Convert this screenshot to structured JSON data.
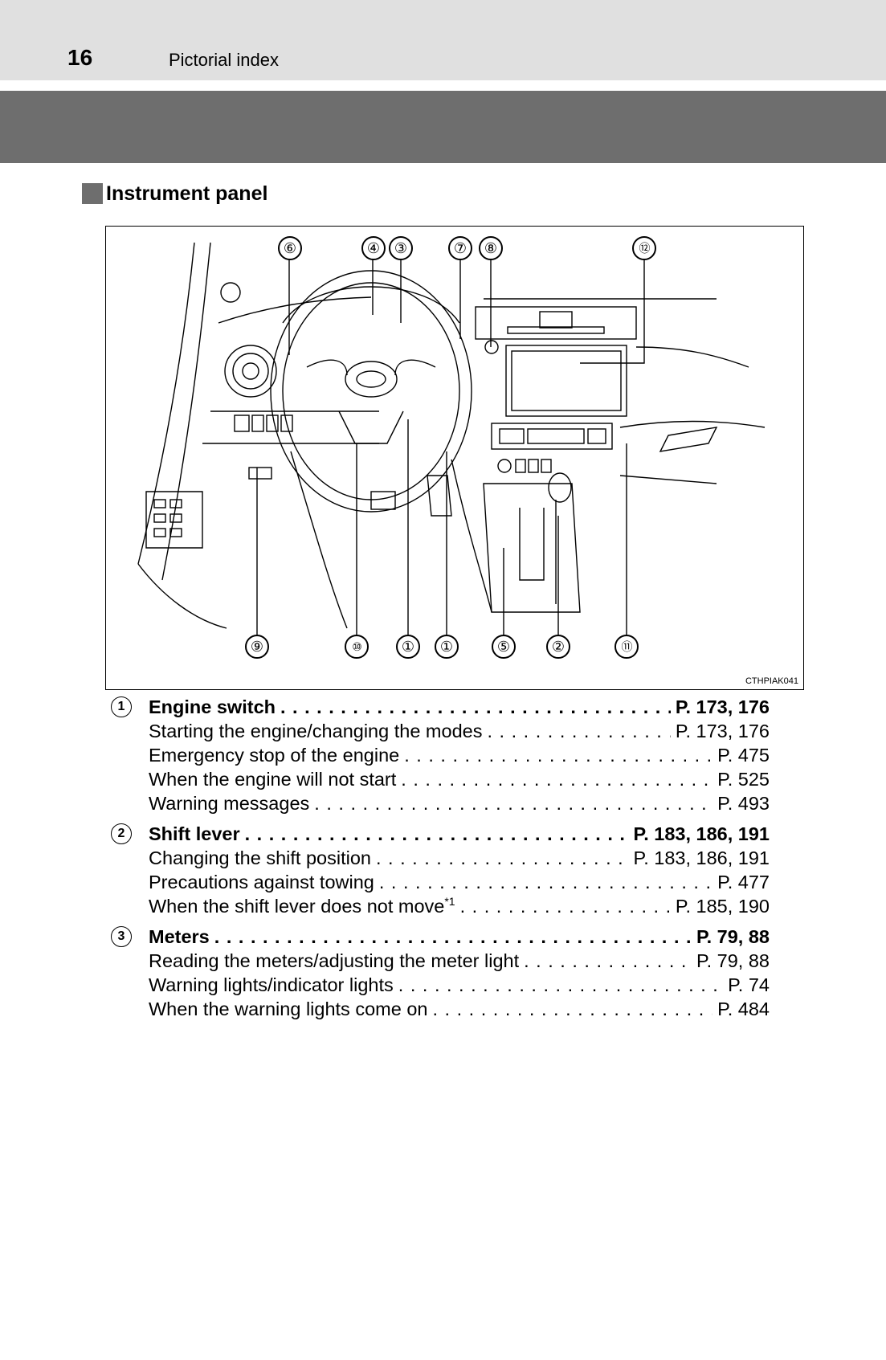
{
  "header": {
    "page_number": "16",
    "section": "Pictorial index"
  },
  "subsection": {
    "title": "Instrument panel"
  },
  "figure": {
    "code": "CTHPIAK041",
    "callouts_top": [
      "⑥",
      "④",
      "③",
      "⑦",
      "⑧",
      "⑫"
    ],
    "callouts_bottom": [
      "⑨",
      "⑩",
      "①",
      "①",
      "⑤",
      "②",
      "⑪"
    ]
  },
  "index": [
    {
      "num": "1",
      "main": {
        "label": "Engine switch",
        "page": "P. 173, 176"
      },
      "subs": [
        {
          "label": "Starting the engine/changing the modes",
          "page": "P. 173, 176"
        },
        {
          "label": "Emergency stop of the engine",
          "page": "P. 475"
        },
        {
          "label": "When the engine will not start",
          "page": "P. 525"
        },
        {
          "label": "Warning messages",
          "page": "P. 493"
        }
      ]
    },
    {
      "num": "2",
      "main": {
        "label": "Shift lever",
        "page": "P. 183, 186, 191"
      },
      "subs": [
        {
          "label": "Changing the shift position",
          "page": "P. 183, 186, 191"
        },
        {
          "label": "Precautions against towing",
          "page": "P. 477"
        },
        {
          "label": "When the shift lever does not move",
          "sup": "*1",
          "page": "P. 185, 190"
        }
      ]
    },
    {
      "num": "3",
      "main": {
        "label": "Meters",
        "page": "P. 79, 88"
      },
      "subs": [
        {
          "label": "Reading the meters/adjusting the meter light",
          "page": "P. 79, 88"
        },
        {
          "label": "Warning lights/indicator lights",
          "page": "P. 74"
        },
        {
          "label": "When the warning lights come on",
          "page": "P. 484"
        }
      ]
    }
  ]
}
